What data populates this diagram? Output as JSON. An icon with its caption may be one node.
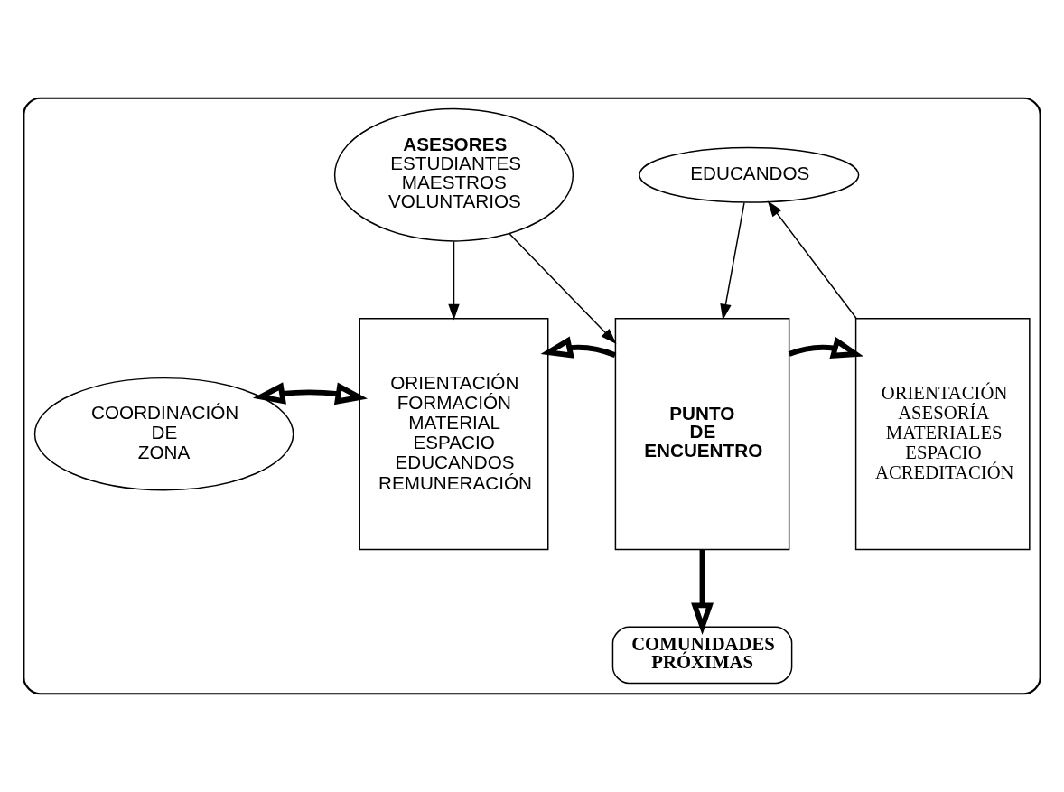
{
  "diagram": {
    "nodes": [
      {
        "text": [],
        "shape": "box"
      },
      {
        "text": [
          "ASESORES",
          "ESTUDIANTES MAESTROS VOLUNTARIOS"
        ],
        "in": 0
      },
      {
        "text": [
          "EDUCANDOS"
        ],
        "in": 0
      },
      {
        "text": [
          "COORDINACIÓN DE ZONA"
        ],
        "in": 0
      },
      {
        "text": [
          "ORIENTACIÓN FORMACIÓN MATERIAL ESPACIO EDUCANDOS REMUNERACIÓN"
        ],
        "in": 0
      },
      {
        "text": [
          "PUNTO DE ENCUENTRO"
        ],
        "in": 0
      },
      {
        "text": [
          "ORIENTACIÓN ASESORÍA MATERIALES ESPACIO ACREDITACIÓN"
        ],
        "in": 0
      },
      {
        "text": [
          "COMUNIDADES PRÓXIMAS"
        ],
        "in": 0
      }
    ],
    "edges": [
      {
        "from": 1,
        "to": 4,
        "arrow": "to"
      },
      {
        "from": 1,
        "to": 5,
        "arrow": "to"
      },
      {
        "from": 2,
        "to": 5,
        "arrow": "to"
      },
      {
        "from": 6,
        "to": 2,
        "arrow": "to"
      },
      {
        "from": 3,
        "to": 4,
        "arrow": "both",
        "style": "thick"
      },
      {
        "from": 5,
        "to": 4,
        "arrow": "to",
        "style": "thick"
      },
      {
        "from": 5,
        "to": 6,
        "arrow": "to",
        "style": "thick"
      },
      {
        "from": 5,
        "to": 7,
        "arrow": "to",
        "style": "thick"
      }
    ]
  }
}
